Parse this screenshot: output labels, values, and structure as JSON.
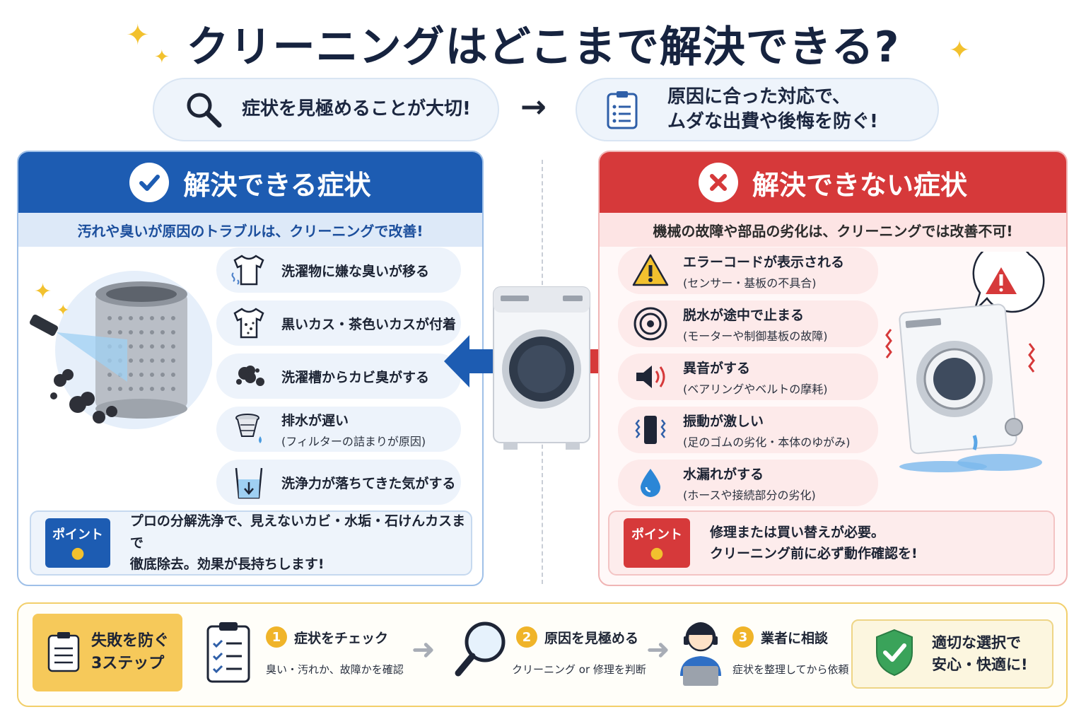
{
  "title": "クリーニングはどこまで解決できる?",
  "intro": {
    "left_text": "症状を見極めることが大切!",
    "arrow": "→",
    "right_line1": "原因に合った対応で、",
    "right_line2": "ムダな出費や後悔を防ぐ!"
  },
  "solvable": {
    "header": "解決できる症状",
    "subtitle": "汚れや臭いが原因のトラブルは、クリーニングで改善!",
    "items": [
      {
        "label": "洗濯物に嫌な臭いが移る",
        "icon": "shirt-odor-icon"
      },
      {
        "label": "黒いカス・茶色いカスが付着",
        "icon": "shirt-debris-icon"
      },
      {
        "label": "洗濯槽からカビ臭がする",
        "icon": "mold-icon"
      },
      {
        "label": "排水が遅い",
        "sub": "(フィルターの詰まりが原因)",
        "icon": "drain-filter-icon"
      },
      {
        "label": "洗浄力が落ちてきた気がする",
        "icon": "water-level-icon"
      }
    ],
    "point_label": "ポイント",
    "point_line1": "プロの分解洗浄で、見えないカビ・水垢・石けんカスまで",
    "point_line2": "徹底除去。効果が長持ちします!"
  },
  "unsolvable": {
    "header": "解決できない症状",
    "subtitle": "機械の故障や部品の劣化は、クリーニングでは改善不可!",
    "items": [
      {
        "label": "エラーコードが表示される",
        "sub": "(センサー・基板の不具合)",
        "icon": "warning-icon"
      },
      {
        "label": "脱水が途中で止まる",
        "sub": "(モーターや制御基板の故障)",
        "icon": "spin-icon"
      },
      {
        "label": "異音がする",
        "sub": "(ベアリングやベルトの摩耗)",
        "icon": "speaker-icon"
      },
      {
        "label": "振動が激しい",
        "sub": "(足のゴムの劣化・本体のゆがみ)",
        "icon": "vibration-icon"
      },
      {
        "label": "水漏れがする",
        "sub": "(ホースや接続部分の劣化)",
        "icon": "water-drop-icon"
      }
    ],
    "point_label": "ポイント",
    "point_line1": "修理または買い替えが必要。",
    "point_line2": "クリーニング前に必ず動作確認を!"
  },
  "steps": {
    "badge_line1": "失敗を防ぐ",
    "badge_line2": "3ステップ",
    "items": [
      {
        "num": "1",
        "title": "症状をチェック",
        "sub": "臭い・汚れか、故障かを確認"
      },
      {
        "num": "2",
        "title": "原因を見極める",
        "sub": "クリーニング or 修理を判断"
      },
      {
        "num": "3",
        "title": "業者に相談",
        "sub": "症状を整理してから依頼"
      }
    ],
    "result_line1": "適切な選択で",
    "result_line2": "安心・快適に!"
  },
  "colors": {
    "blue": "#1d5cb2",
    "red": "#d6393a",
    "gold": "#f0b429"
  }
}
